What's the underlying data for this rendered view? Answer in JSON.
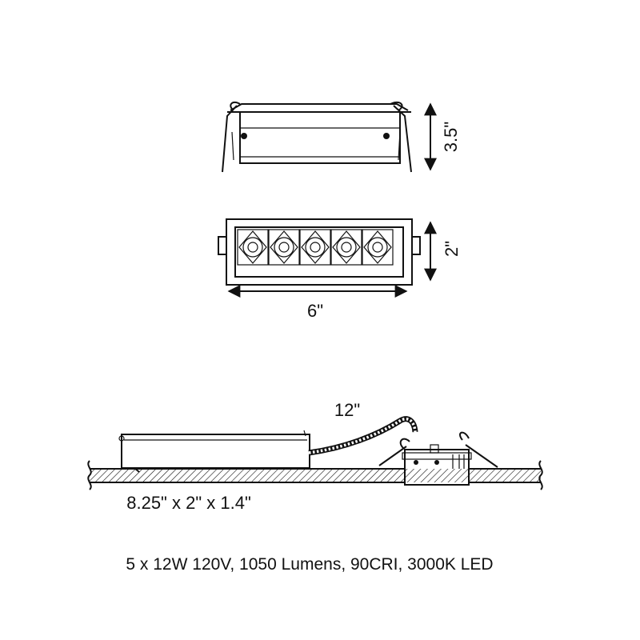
{
  "dimensions": {
    "height": "3.5\"",
    "width_short": "2\"",
    "length": "6\"",
    "cable": "12\"",
    "driver_box": "8.25\" x 2\" x 1.4\""
  },
  "spec_line": "5 x 12W 120V, 1050 Lumens, 90CRI, 3000K LED"
}
